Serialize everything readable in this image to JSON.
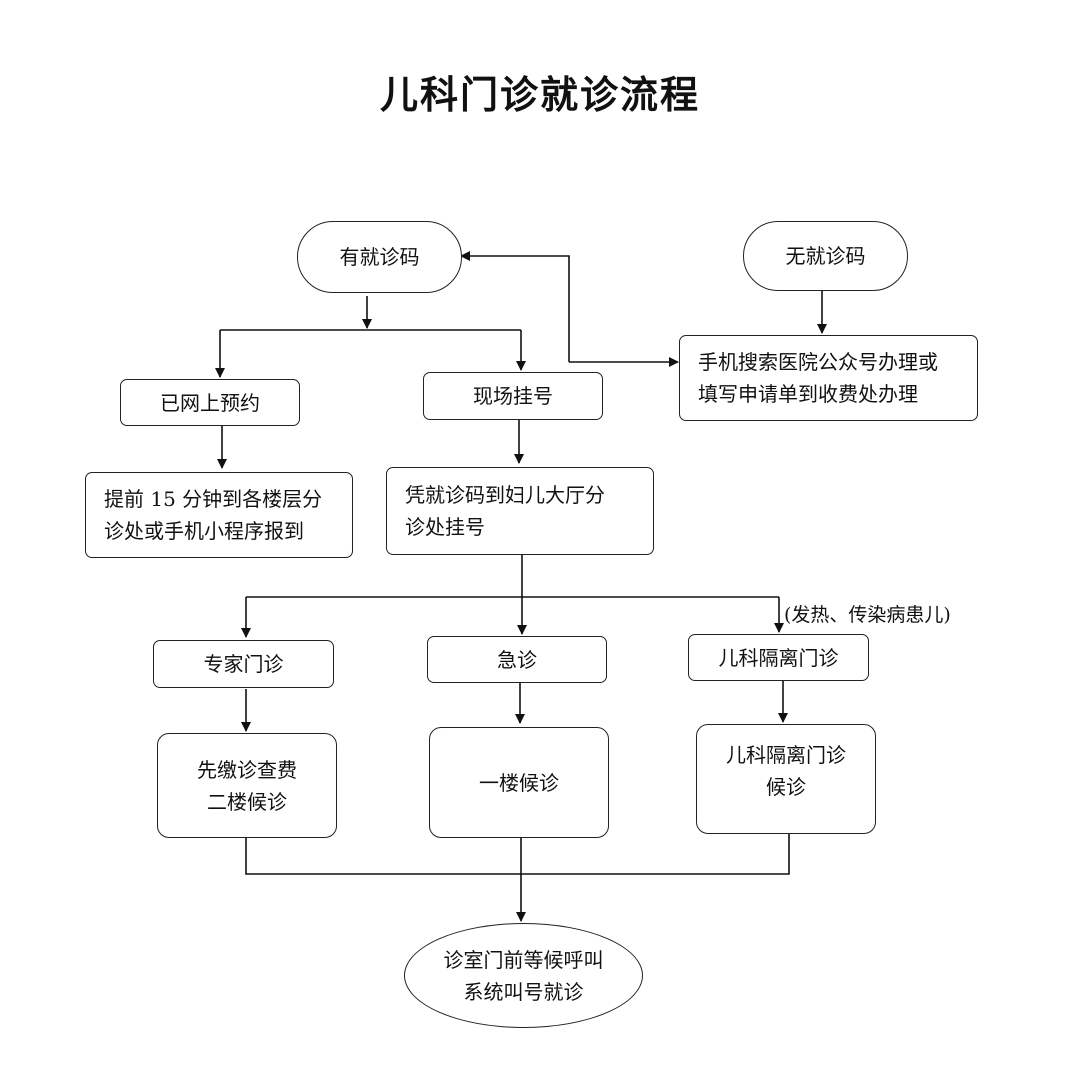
{
  "title": "儿科门诊就诊流程",
  "nodes": {
    "has_code": "有就诊码",
    "no_code": "无就诊码",
    "no_code_action": "手机搜索医院公众号办理或\n填写申请单到收费处办理",
    "booked_online": "已网上预约",
    "onsite_register": "现场挂号",
    "checkin_15min": "提前 15 分钟到各楼层分\n诊处或手机小程序报到",
    "register_hall": "凭就诊码到妇儿大厅分\n诊处挂号",
    "expert_clinic": "专家门诊",
    "emergency": "急诊",
    "isolation_clinic": "儿科隔离门诊",
    "pay_wait_2f": "先缴诊查费\n二楼候诊",
    "wait_1f": "一楼候诊",
    "isolation_wait": "儿科隔离门诊\n候诊",
    "final_call": "诊室门前等候呼叫\n系统叫号就诊"
  },
  "notes": {
    "fever_note": "(发热、传染病患儿)"
  }
}
